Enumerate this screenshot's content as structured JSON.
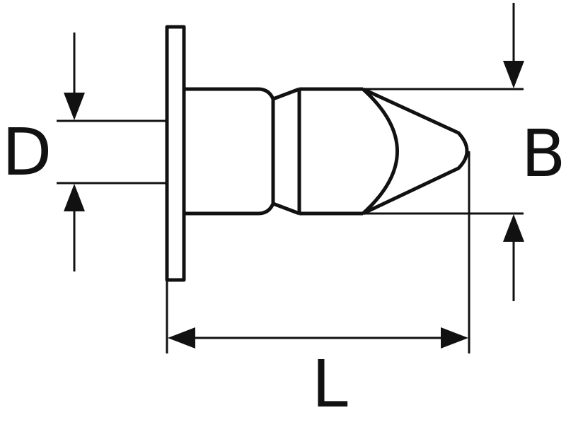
{
  "diagram": {
    "labels": {
      "diameter": "D",
      "head_diameter": "B",
      "length": "L"
    },
    "colors": {
      "line": "#111111",
      "background": "#ffffff"
    }
  }
}
